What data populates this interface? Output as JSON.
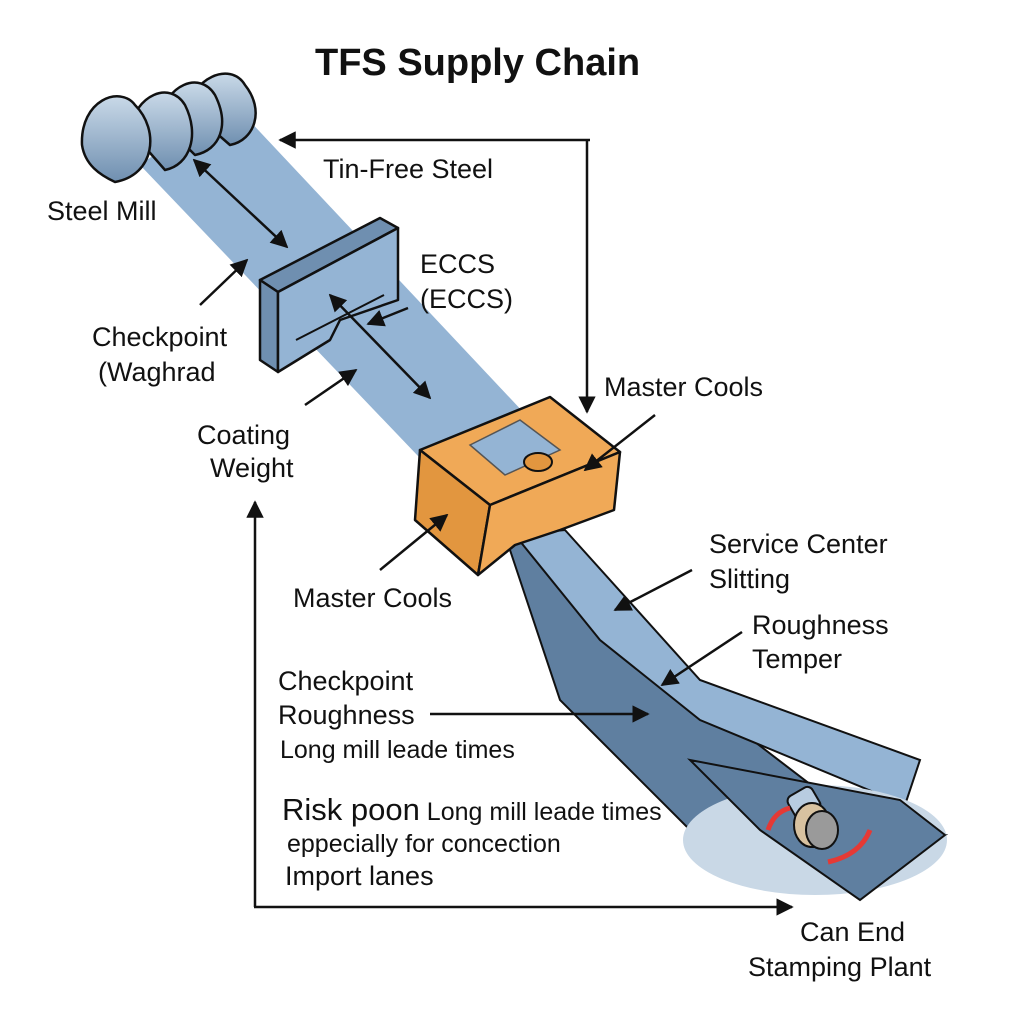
{
  "title": "TFS  Supply Chain",
  "nodes": {
    "steel_mill": {
      "label": "Steel Mill",
      "icon": "steel-coils-icon"
    },
    "checkpoint_gate": {
      "icon": "checkpoint-gate-icon"
    },
    "master_cools_box": {
      "icon": "processing-box-icon"
    },
    "stamping_plant": {
      "label_line1": "Can End",
      "label_line2": "Stamping Plant",
      "icon": "stamping-press-icon"
    }
  },
  "labels": {
    "tin_free_steel": "Tin-Free Steel",
    "eccs_line1": "ECCS",
    "eccs_line2": "(ECCS)",
    "checkpoint_line1": "Checkpoint",
    "checkpoint_line2": "(Waghrad",
    "coating_line1": "Coating",
    "coating_line2": "Weight",
    "master_cools_top": "Master Cools",
    "master_cools_bottom": "Master Cools",
    "service_line1": "Service Center",
    "service_line2": "Slitting",
    "roughness_line1": "Roughness",
    "roughness_line2": "Temper",
    "cp2_line1": "Checkpoint",
    "cp2_line2": "Roughness",
    "cp2_line3": "Long mill leade times",
    "risk_bold": "Risk poon",
    "risk_rest": " Long mill leade times",
    "risk_line2": "eppecially for concection",
    "risk_line3": "Import lanes"
  },
  "colors": {
    "strip": "#94b4d4",
    "strip_dark": "#5f7fa0",
    "box": "#f0a957",
    "box_side": "#e2963f",
    "coil": "#8aa8c6",
    "shadow": "#c9d8e6",
    "rotation": "#e53935"
  }
}
